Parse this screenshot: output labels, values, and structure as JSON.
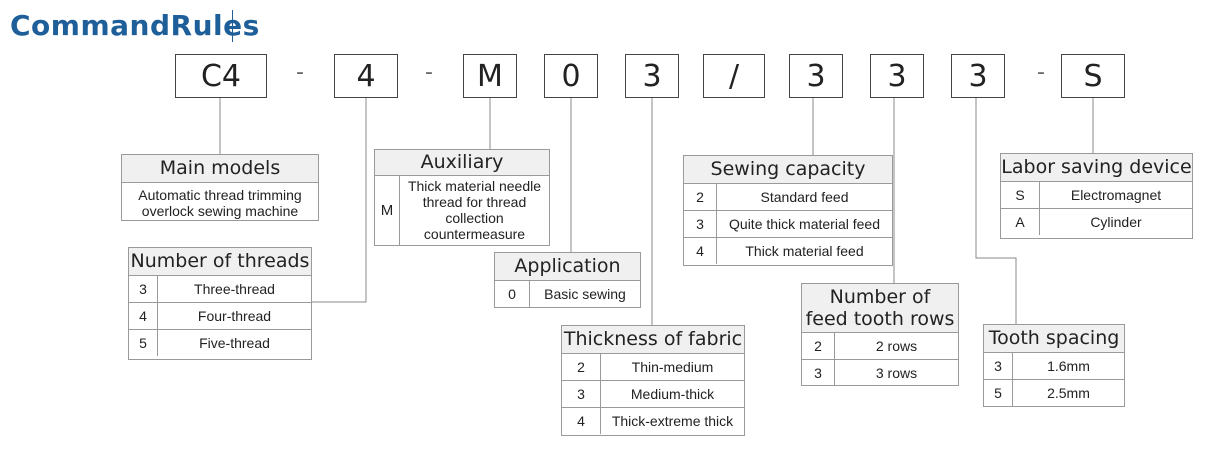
{
  "title": "CommandRules",
  "codes": [
    "C4",
    "-",
    "4",
    "-",
    "M",
    "0",
    "3",
    "/",
    "3",
    "3",
    "3",
    "-",
    "S"
  ],
  "main_models": {
    "header": "Main models",
    "body": [
      "Automatic thread trimming",
      "overlock sewing machine"
    ]
  },
  "auxiliary": {
    "header": "Auxiliary",
    "key": "M",
    "body": [
      "Thick material needle",
      "thread for thread",
      "collection",
      "countermeasure"
    ]
  },
  "number_of_threads": {
    "header": "Number of threads",
    "rows": [
      [
        "3",
        "Three-thread"
      ],
      [
        "4",
        "Four-thread"
      ],
      [
        "5",
        "Five-thread"
      ]
    ]
  },
  "application": {
    "header": "Application",
    "rows": [
      [
        "0",
        "Basic sewing"
      ]
    ]
  },
  "thickness": {
    "header": "Thickness of fabric",
    "rows": [
      [
        "2",
        "Thin-medium"
      ],
      [
        "3",
        "Medium-thick"
      ],
      [
        "4",
        "Thick-extreme thick"
      ]
    ]
  },
  "sewing_capacity": {
    "header": "Sewing capacity",
    "rows": [
      [
        "2",
        "Standard feed"
      ],
      [
        "3",
        "Quite thick material feed"
      ],
      [
        "4",
        "Thick material feed"
      ]
    ]
  },
  "feed_tooth_rows": {
    "header": [
      "Number of",
      "feed tooth rows"
    ],
    "rows": [
      [
        "2",
        "2 rows"
      ],
      [
        "3",
        "3 rows"
      ]
    ]
  },
  "labor_saving": {
    "header": "Labor saving device",
    "rows": [
      [
        "S",
        "Electromagnet"
      ],
      [
        "A",
        "Cylinder"
      ]
    ]
  },
  "tooth_spacing": {
    "header": "Tooth spacing",
    "rows": [
      [
        "3",
        "1.6mm"
      ],
      [
        "5",
        "2.5mm"
      ]
    ]
  },
  "colors": {
    "title": "#1f5f99",
    "border": "#9a9a9a",
    "header_bg": "#f0f0f0",
    "line": "#8a8a8a"
  }
}
